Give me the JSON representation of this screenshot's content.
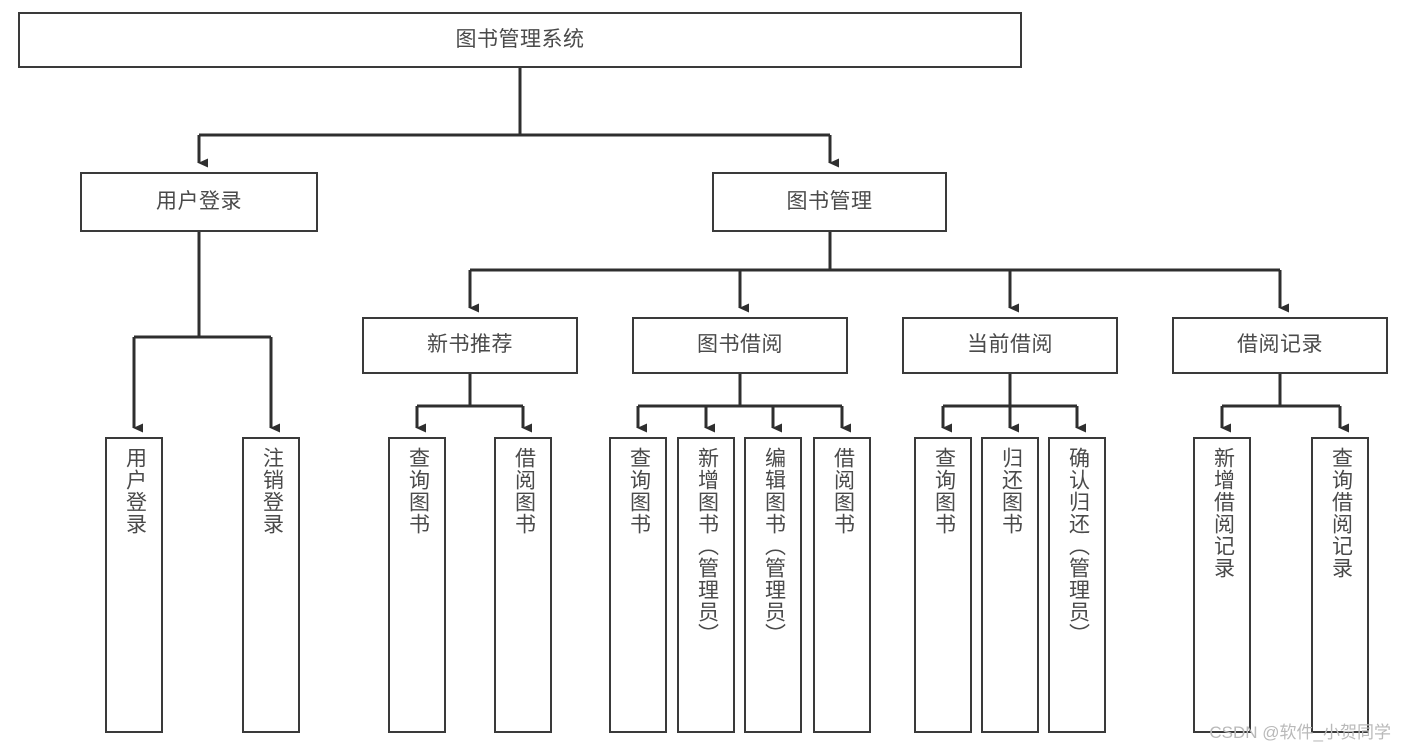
{
  "diagram": {
    "type": "tree",
    "title": "图书管理系统",
    "orientation": "top-down",
    "colors": {
      "box_border": "#3a3a3a",
      "box_fill": "#ffffff",
      "text": "#4a4a4a",
      "connector": "#2f2f2f",
      "watermark": "#b9b9b9",
      "background": "#ffffff"
    }
  },
  "root": {
    "label": "图书管理系统"
  },
  "level2": [
    {
      "label": "用户登录"
    },
    {
      "label": "图书管理"
    }
  ],
  "level3": [
    {
      "label": "新书推荐"
    },
    {
      "label": "图书借阅"
    },
    {
      "label": "当前借阅"
    },
    {
      "label": "借阅记录"
    }
  ],
  "leaves": {
    "user_login": [
      {
        "label": "用户登录"
      },
      {
        "label": "注销登录"
      }
    ],
    "new_book": [
      {
        "label": "查询图书"
      },
      {
        "label": "借阅图书"
      }
    ],
    "book_borrow": [
      {
        "label": "查询图书"
      },
      {
        "label": "新增图书（管理员）"
      },
      {
        "label": "编辑图书（管理员）"
      },
      {
        "label": "借阅图书"
      }
    ],
    "current_borrow": [
      {
        "label": "查询图书"
      },
      {
        "label": "归还图书"
      },
      {
        "label": "确认归还（管理员）"
      }
    ],
    "borrow_record": [
      {
        "label": "新增借阅记录"
      },
      {
        "label": "查询借阅记录"
      }
    ]
  },
  "watermark": {
    "text": "CSDN @软件_小贺同学"
  }
}
